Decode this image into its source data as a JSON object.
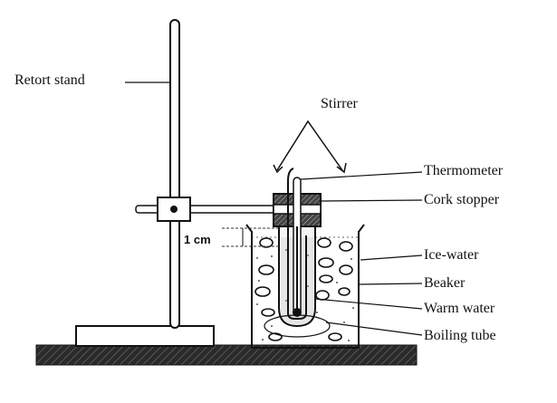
{
  "labels": {
    "retort_stand": "Retort stand",
    "stirrer": "Stirrer",
    "thermometer": "Thermometer",
    "cork_stopper": "Cork stopper",
    "ice_water": "Ice-water",
    "beaker": "Beaker",
    "warm_water": "Warm water",
    "boiling_tube": "Boiling tube",
    "gap": "1 cm"
  },
  "colors": {
    "ink": "#111111",
    "table": "#1a1a1a",
    "paper": "#ffffff"
  }
}
